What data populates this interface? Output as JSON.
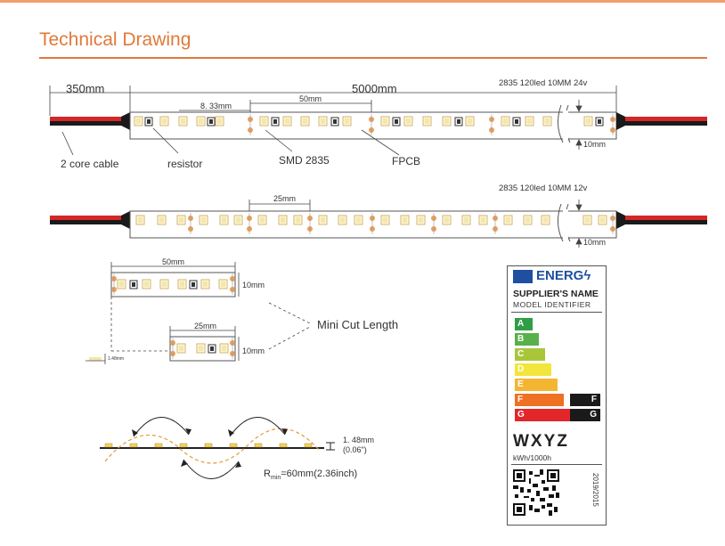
{
  "header": {
    "title": "Technical Drawing"
  },
  "strip1": {
    "cable_len": "350mm",
    "strip_len": "5000mm",
    "spec": "2835  120led 10MM  24v",
    "pitch": "8. 33mm",
    "cut_len": "50mm",
    "width": "10mm",
    "callouts": {
      "cable": "2 core cable",
      "resistor": "resistor",
      "smd": "SMD 2835",
      "fpcb": "FPCB"
    }
  },
  "strip2": {
    "spec": "2835  120led 10MM  12v",
    "cut_len": "25mm",
    "width": "10mm"
  },
  "cuts": {
    "big_len": "50mm",
    "big_width": "10mm",
    "small_len": "25mm",
    "small_width": "10mm",
    "thickness": "1.48mm",
    "label": "Mini Cut Length"
  },
  "bend": {
    "thickness": "1. 48mm",
    "thickness_in": "(0.06\")",
    "rmin_prefix": "R",
    "rmin_sub": "min",
    "rmin_value": "=60mm(2.36inch)"
  },
  "energy_label": {
    "energy": "ENERG",
    "supplier": "SUPPLIER'S NAME",
    "model": "MODEL IDENTIFIER",
    "classes": [
      "A",
      "B",
      "C",
      "D",
      "E",
      "F",
      "G"
    ],
    "class_colors": [
      "#2f9e47",
      "#58b04a",
      "#a9c63b",
      "#f2e53b",
      "#f4b632",
      "#ee7124",
      "#e2262a"
    ],
    "rating_marks": [
      "F",
      "G"
    ],
    "consumption": "WXYZ",
    "unit": "kWh/1000h",
    "regulation": "2019/2015"
  }
}
